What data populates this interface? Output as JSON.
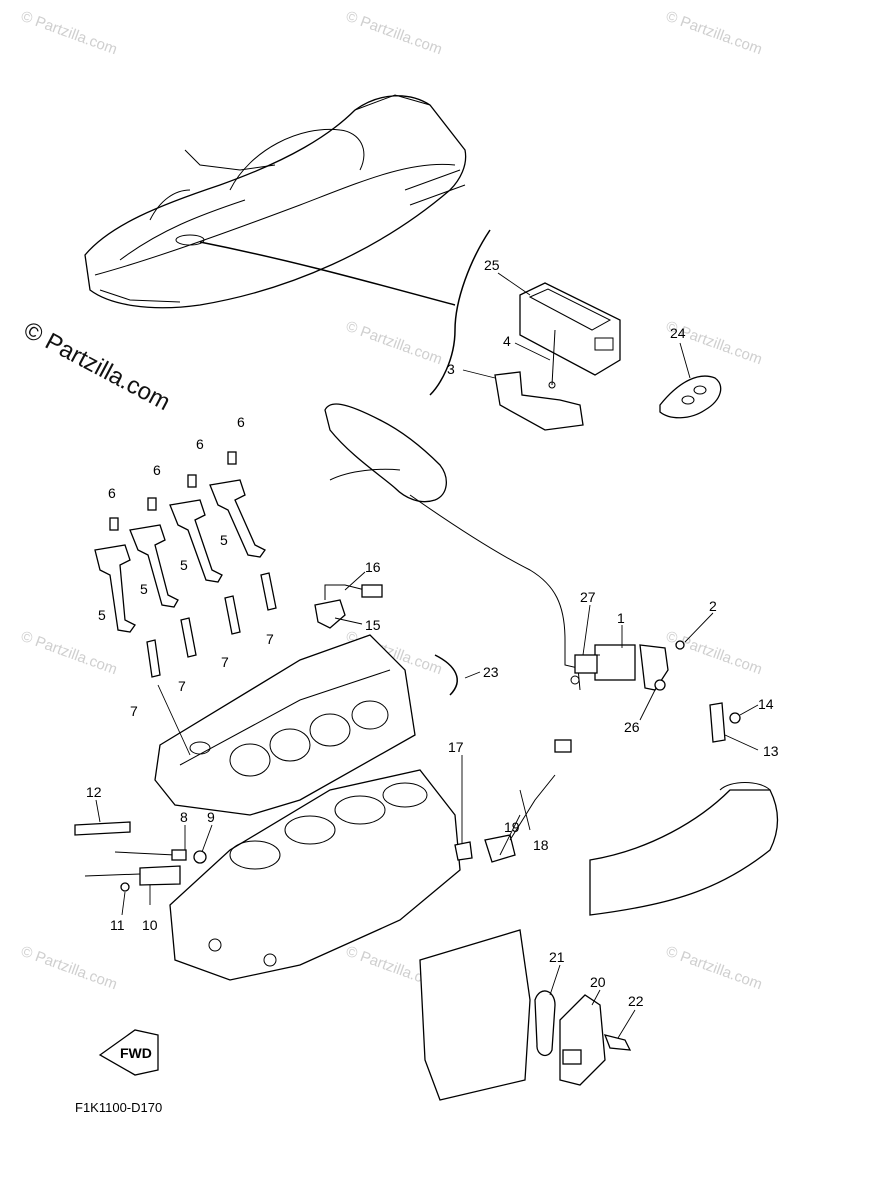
{
  "watermark": {
    "small": "© Partzilla.com",
    "large": "© Partzilla.com"
  },
  "diagram_code": "F1K1100-D170",
  "fwd_label": "FWD",
  "callouts": [
    {
      "id": "c1",
      "label": "1"
    },
    {
      "id": "c2",
      "label": "2"
    },
    {
      "id": "c3",
      "label": "3"
    },
    {
      "id": "c4",
      "label": "4"
    },
    {
      "id": "c5a",
      "label": "5"
    },
    {
      "id": "c5b",
      "label": "5"
    },
    {
      "id": "c5c",
      "label": "5"
    },
    {
      "id": "c5d",
      "label": "5"
    },
    {
      "id": "c6a",
      "label": "6"
    },
    {
      "id": "c6b",
      "label": "6"
    },
    {
      "id": "c6c",
      "label": "6"
    },
    {
      "id": "c6d",
      "label": "6"
    },
    {
      "id": "c7a",
      "label": "7"
    },
    {
      "id": "c7b",
      "label": "7"
    },
    {
      "id": "c7c",
      "label": "7"
    },
    {
      "id": "c7d",
      "label": "7"
    },
    {
      "id": "c8",
      "label": "8"
    },
    {
      "id": "c9",
      "label": "9"
    },
    {
      "id": "c10",
      "label": "10"
    },
    {
      "id": "c11",
      "label": "11"
    },
    {
      "id": "c12",
      "label": "12"
    },
    {
      "id": "c13",
      "label": "13"
    },
    {
      "id": "c14",
      "label": "14"
    },
    {
      "id": "c15",
      "label": "15"
    },
    {
      "id": "c16",
      "label": "16"
    },
    {
      "id": "c17",
      "label": "17"
    },
    {
      "id": "c18",
      "label": "18"
    },
    {
      "id": "c19",
      "label": "19"
    },
    {
      "id": "c20",
      "label": "20"
    },
    {
      "id": "c21",
      "label": "21"
    },
    {
      "id": "c22",
      "label": "22"
    },
    {
      "id": "c23",
      "label": "23"
    },
    {
      "id": "c24",
      "label": "24"
    },
    {
      "id": "c25",
      "label": "25"
    },
    {
      "id": "c26",
      "label": "26"
    },
    {
      "id": "c27",
      "label": "27"
    }
  ]
}
